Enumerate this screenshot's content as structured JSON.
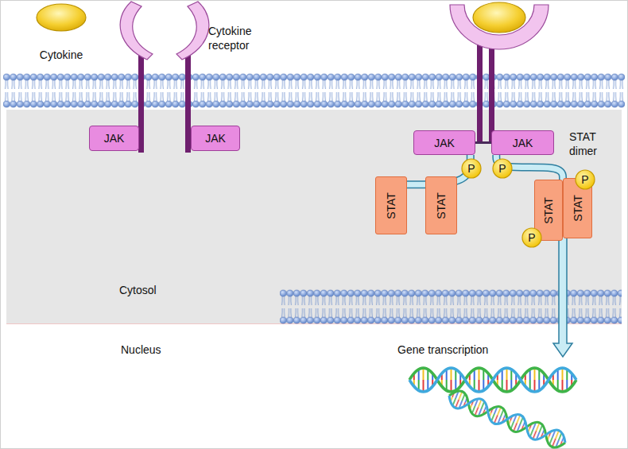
{
  "diagram": {
    "nodes": [
      {
        "text": [
          "Cytokine"
        ]
      },
      {
        "text": [
          "Cytosol"
        ]
      },
      {
        "text": [
          "JAK"
        ],
        "in": 1
      },
      {
        "text": [
          "JAK"
        ],
        "in": 1
      },
      {
        "text": [
          "JAK"
        ],
        "in": 1
      },
      {
        "text": [
          "JAK"
        ],
        "in": 1
      },
      {
        "text": [
          "P"
        ],
        "in": 1
      },
      {
        "text": [
          "P"
        ],
        "in": 1
      },
      {
        "text": [
          "STAT"
        ],
        "in": 1
      },
      {
        "text": [
          "STAT"
        ],
        "in": 1
      },
      {
        "text": [
          "STAT"
        ],
        "in": 1
      },
      {
        "text": [
          "STAT"
        ],
        "in": 1
      },
      {
        "text": [
          "P"
        ],
        "in": 1
      },
      {
        "text": [
          "P"
        ],
        "in": 1
      }
    ],
    "edges": [
      {
        "from": 4,
        "to": 8,
        "arrow": "none"
      },
      {
        "from": 5,
        "to": 10,
        "arrow": "none"
      }
    ],
    "labels": [
      "Cytokine receptor",
      "STAT dimer",
      "Nucleus",
      "Gene transcription"
    ]
  }
}
